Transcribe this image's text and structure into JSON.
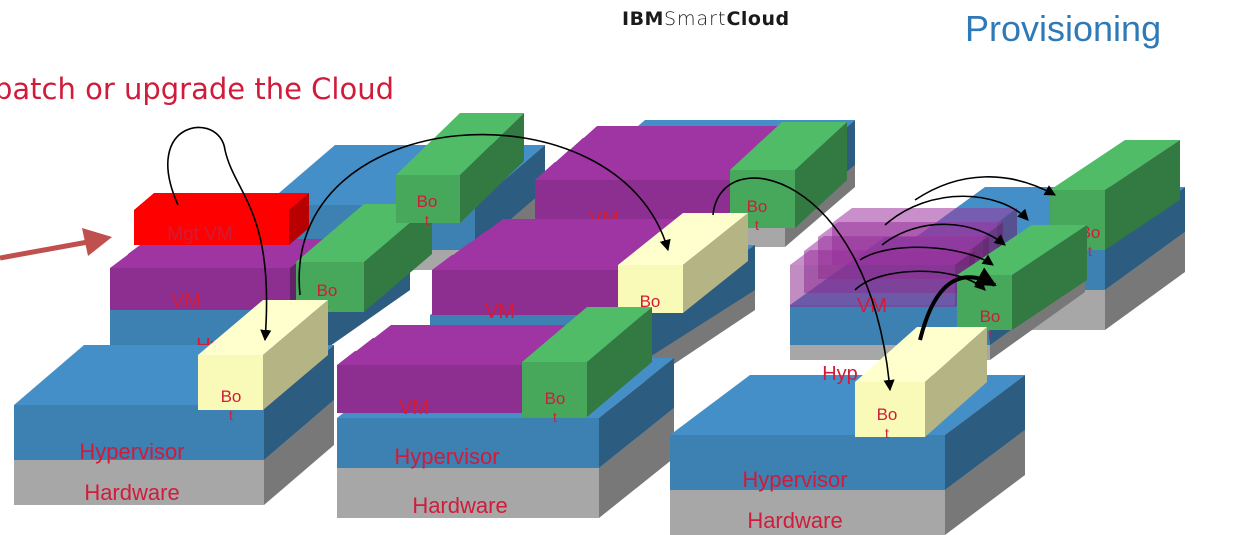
{
  "header": {
    "brand_ibm": "IBM",
    "brand_smart": "Smart",
    "brand_cloud": "Cloud",
    "title": "Provisioning"
  },
  "slide": {
    "subtitle": "patch or upgrade the Cloud"
  },
  "labels": {
    "hypervisor": "Hypervisor",
    "hyp_partial": "Hyp",
    "hardware": "Hardware",
    "vm": "VM",
    "mgt_vm": "Mgt VM",
    "bot_top": "Bo",
    "bot_bottom": "t"
  },
  "colors": {
    "hardware": "#a7a7a7",
    "hypervisor": "#3d80b2",
    "vm": "#8d2f91",
    "mgt_vm": "#ff0000",
    "bot_green": "#47a85c",
    "bot_new": "#fafab8",
    "label_red": "#d01c3a",
    "pointer_arrow": "#c0504d"
  }
}
